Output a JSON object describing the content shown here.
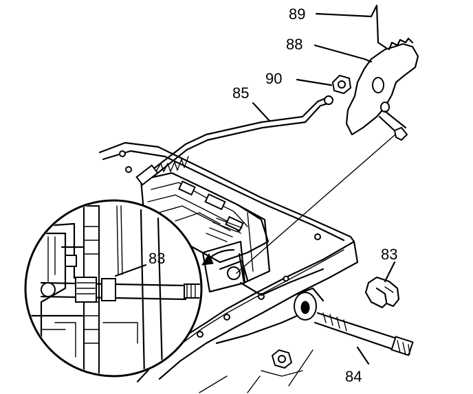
{
  "labels": {
    "l89": "89",
    "l88": "88",
    "l90": "90",
    "l85": "85",
    "l83_inset": "83",
    "l83_right": "83",
    "l84": "84"
  },
  "colors": {
    "ink": "#000000",
    "paper": "#ffffff"
  }
}
